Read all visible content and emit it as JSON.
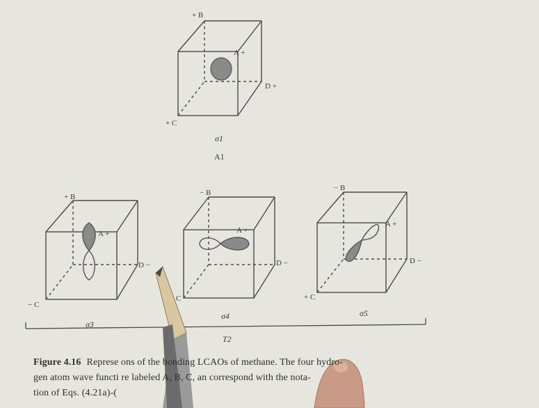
{
  "figure": {
    "top_cube": {
      "corner_labels": {
        "B": "+ B",
        "A": "A +",
        "D": "D +",
        "C": "+ C"
      },
      "orbital_label": "σ1",
      "symmetry_label": "A1"
    },
    "cubes": [
      {
        "corner_labels": {
          "B": "+ B",
          "A": "A +",
          "D": "D −",
          "C": "− C"
        },
        "orbital_label": "σ3"
      },
      {
        "corner_labels": {
          "B": "− B",
          "A": "A +",
          "D": "D −",
          "C": "C"
        },
        "orbital_label": "σ4"
      },
      {
        "corner_labels": {
          "B": "− B",
          "A": "A +",
          "D": "D −",
          "C": "+ C"
        },
        "orbital_label": "σ5"
      }
    ],
    "group_label": "T2",
    "caption": {
      "label": "Figure 4.16",
      "line1": "Represe     ons of the bonding LCAOs of methane. The four hydro-",
      "line2": "gen atom wave functi     re labeled A, B, C, an        correspond with the nota-",
      "line3": "tion of Eqs. (4.21a)-("
    }
  }
}
